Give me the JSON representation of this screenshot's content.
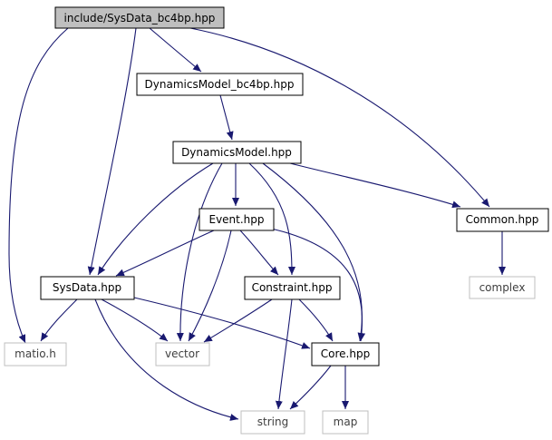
{
  "colors": {
    "edge": "#191970",
    "root_fill": "#bfbfbf",
    "file_border": "#000000",
    "external_border": "#bfbfbf",
    "external_text": "#404040"
  },
  "nodes": {
    "sysdata_bc4bp": "include/SysData_bc4bp.hpp",
    "dynamicsmodel_bc4bp": "DynamicsModel_bc4bp.hpp",
    "dynamicsmodel": "DynamicsModel.hpp",
    "event": "Event.hpp",
    "common": "Common.hpp",
    "sysdata": "SysData.hpp",
    "constraint": "Constraint.hpp",
    "complex": "complex",
    "matio": "matio.h",
    "vector": "vector",
    "core": "Core.hpp",
    "string": "string",
    "map": "map"
  }
}
